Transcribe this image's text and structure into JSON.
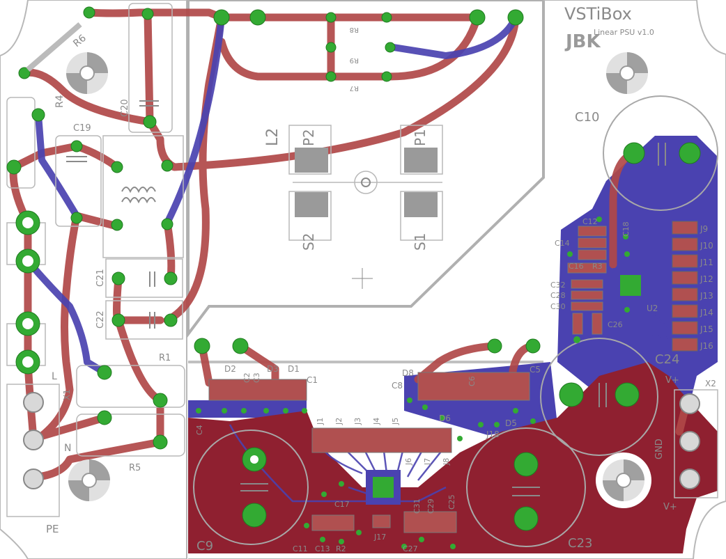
{
  "board": {
    "title": "VSTiBox",
    "subtitle": "Linear PSU v1.0",
    "logo_text": "JBK",
    "colors": {
      "top_copper": "#b04848",
      "bottom_copper": "#4a42b0",
      "pad": "#33aa33",
      "silkscreen": "#8a8a8a",
      "outline": "#b0b0b0",
      "board_bg": "#ffffff"
    }
  },
  "labels": {
    "r6": "R6",
    "r4": "R4",
    "c20": "C20",
    "c19": "C19",
    "l2": "L2",
    "p2": "P2",
    "p1": "P1",
    "s2": "S2",
    "s1": "S1",
    "r8": "R8",
    "r9": "R9",
    "r7": "R7",
    "c21": "C21",
    "c22": "C22",
    "r1": "R1",
    "r5": "R5",
    "l": "L",
    "n": "N",
    "x1": "X1",
    "pe": "PE",
    "c10": "C10",
    "c12": "C12",
    "c14": "C14",
    "c16": "C16",
    "r3": "R3",
    "c18": "C18",
    "c32": "C32",
    "c28": "C28",
    "c30": "C30",
    "c26": "C26",
    "u2": "U2",
    "j9": "J9",
    "j10": "J10",
    "j11": "J11",
    "j12": "J12",
    "j13": "J13",
    "j14": "J14",
    "j15": "J15",
    "j16": "J16",
    "c24": "C24",
    "x2": "X2",
    "vplus": "V+",
    "gnd": "GND",
    "vplus2": "V+",
    "d2": "D2",
    "d3": "D3",
    "d1": "D1",
    "c1": "C1",
    "c2": "C2",
    "c3": "C3",
    "c4": "C4",
    "d8": "D8",
    "c8": "C8",
    "c5": "C5",
    "c6": "C6",
    "d6": "D6",
    "d5": "D5",
    "j18": "J18",
    "j1": "J1",
    "j2": "J2",
    "j3": "J3",
    "j4": "J4",
    "j5": "J5",
    "j6": "J6",
    "j7": "J7",
    "j8": "J8",
    "c9": "C9",
    "c17": "C17",
    "c11": "C11",
    "c13": "C13",
    "r2": "R2",
    "j17": "J17",
    "c27": "C27",
    "c31": "C31",
    "c29": "C29",
    "c25": "C25",
    "c23": "C23"
  }
}
